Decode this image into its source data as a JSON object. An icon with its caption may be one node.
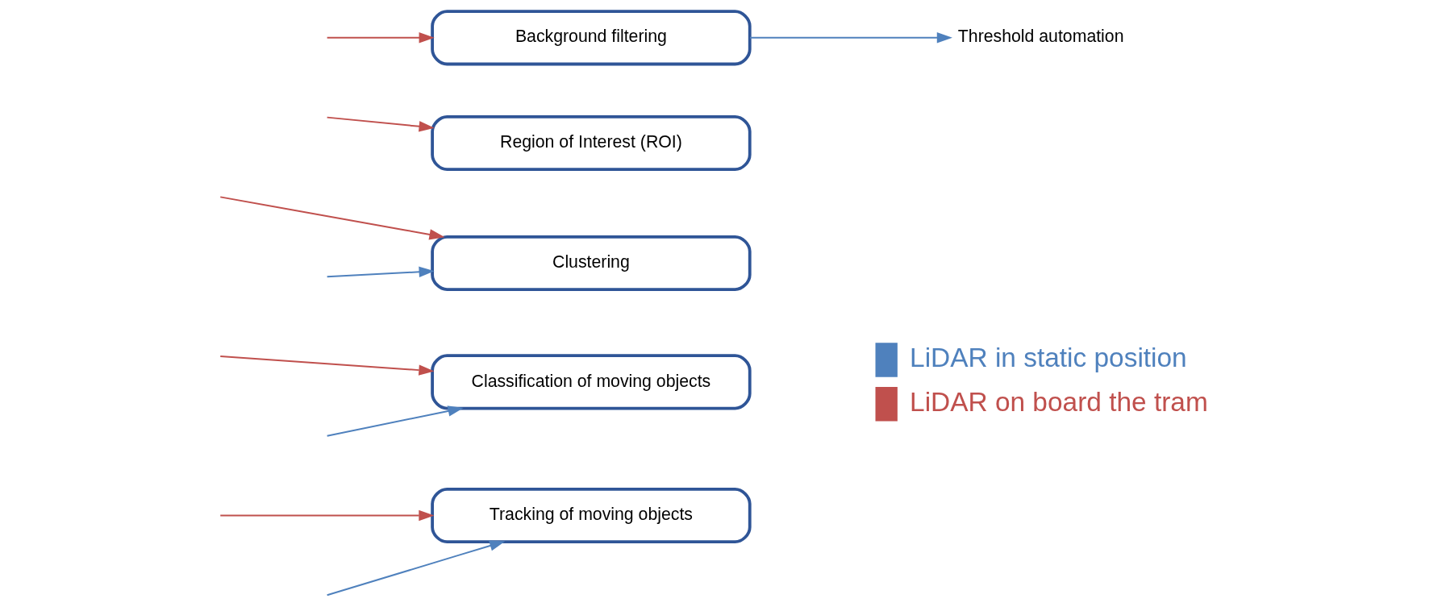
{
  "diagram": {
    "nodes": [
      {
        "text": [
          "Background filtering"
        ]
      },
      {
        "text": [
          "Threshold automation"
        ]
      },
      {
        "text": [
          "Region of Interest (ROI)"
        ]
      },
      {
        "text": [
          "Clustering"
        ]
      },
      {
        "text": [
          "Classification of moving objects"
        ]
      },
      {
        "text": [
          "Tracking of moving objects"
        ]
      }
    ],
    "edges": [
      {
        "from": null,
        "to": 0,
        "arrow": "to",
        "color": "#c0504d"
      },
      {
        "from": 0,
        "to": 1,
        "arrow": "to",
        "color": "#4f81bd"
      },
      {
        "from": null,
        "to": 2,
        "arrow": "to",
        "color": "#c0504d"
      },
      {
        "from": null,
        "to": 3,
        "arrow": "to",
        "color": "#c0504d"
      },
      {
        "from": null,
        "to": 3,
        "arrow": "to",
        "color": "#4f81bd"
      },
      {
        "from": null,
        "to": 4,
        "arrow": "to",
        "color": "#c0504d"
      },
      {
        "from": null,
        "to": 4,
        "arrow": "to",
        "color": "#4f81bd"
      },
      {
        "from": null,
        "to": 5,
        "arrow": "to",
        "color": "#c0504d"
      },
      {
        "from": null,
        "to": 5,
        "arrow": "to",
        "color": "#4f81bd"
      }
    ],
    "legend": [
      {
        "text": "LiDAR in static position",
        "color": "#4f81bd"
      },
      {
        "text": "LiDAR on board the tram",
        "color": "#c0504d"
      }
    ]
  }
}
